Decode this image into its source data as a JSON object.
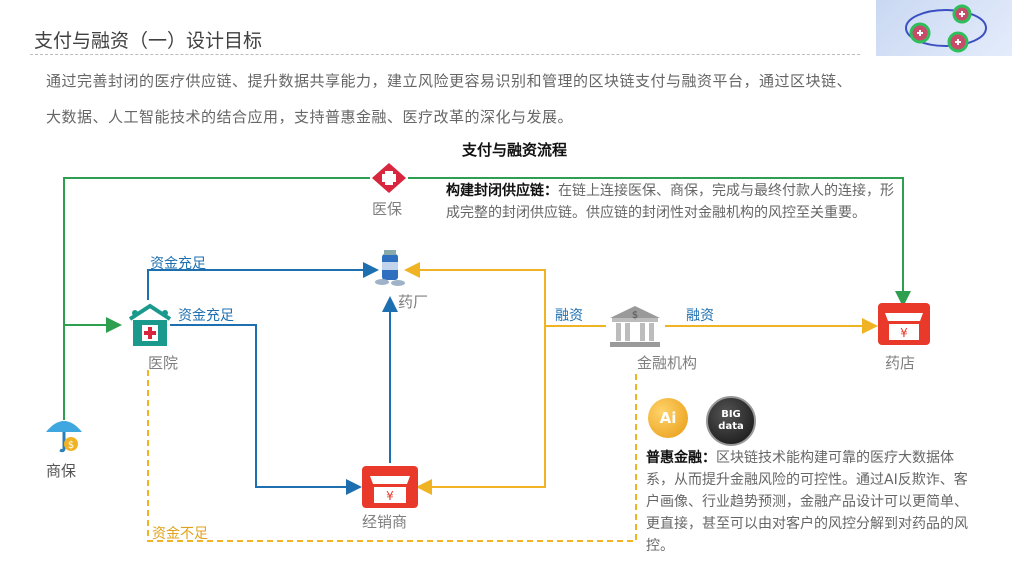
{
  "header": {
    "title": "支付与融资（一）设计目标",
    "intro_line1": "通过完善封闭的医疗供应链、提升数据共享能力，建立风险更容易识别和管理的区块链支付与融资平台，通过区块链、",
    "intro_line2": "大数据、人工智能技术的结合应用，支持普惠金融、医疗改革的深化与发展。"
  },
  "diagram": {
    "title": "支付与融资流程",
    "nodes": {
      "medical_insurance": "医保",
      "pharma_factory": "药厂",
      "hospital": "医院",
      "commercial_insurance": "商保",
      "distributor": "经销商",
      "financial_institution": "金融机构",
      "pharmacy": "药店"
    },
    "edge_labels": {
      "funds_sufficient_top": "资金充足",
      "funds_sufficient_mid": "资金充足",
      "financing_left": "融资",
      "financing_right": "融资",
      "funds_insufficient": "资金不足"
    },
    "badges": {
      "ai": "Ai",
      "big_data_top": "BIG",
      "big_data_bottom": "data"
    },
    "notes": {
      "closed_chain_heading": "构建封闭供应链：",
      "closed_chain_text": "在链上连接医保、商保，完成与最终付款人的连接，形成完整的封闭供应链。供应链的封闭性对金融机构的风控至关重要。",
      "inclusive_heading": "普惠金融：",
      "inclusive_text": "区块链技术能构建可靠的医疗大数据体系，从而提升金融风险的可控性。通过AI反欺诈、客户画像、行业趋势预测，金融产品设计可以更简单、更直接，甚至可以由对客户的风控分解到对药品的风控。"
    },
    "colors": {
      "green": "#2e9e4f",
      "blue": "#1e6fb0",
      "gold": "#f0b323",
      "red": "#e02b2b",
      "teal": "#1a9a8c"
    }
  }
}
